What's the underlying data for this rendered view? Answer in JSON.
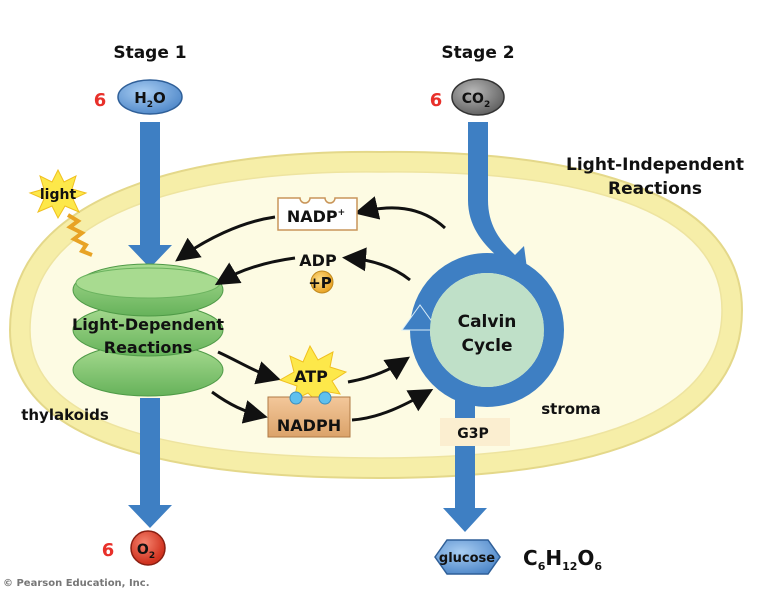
{
  "stage1": {
    "label": "Stage 1",
    "coef": "6",
    "molecule": "H",
    "sub": "2",
    "molecule2": "O"
  },
  "stage2": {
    "label": "Stage 2",
    "coef": "6",
    "molecule": "CO",
    "sub": "2"
  },
  "output_o2": {
    "coef": "6",
    "molecule": "O",
    "sub": "2"
  },
  "light_label": "light",
  "light_dependent": {
    "line1": "Light-Dependent",
    "line2": "Reactions"
  },
  "light_independent": {
    "line1": "Light-Independent",
    "line2": "Reactions"
  },
  "calvin": {
    "line1": "Calvin",
    "line2": "Cycle"
  },
  "thylakoids_label": "thylakoids",
  "stroma_label": "stroma",
  "nadp": {
    "label": "NADP",
    "sup": "+"
  },
  "adp": {
    "label": "ADP",
    "p": "+P"
  },
  "atp_label": "ATP",
  "nadph_label": "NADPH",
  "g3p_label": "G3P",
  "glucose_label": "glucose",
  "glucose_formula": {
    "c": "C",
    "c_sub": "6",
    "h": "H",
    "h_sub": "12",
    "o": "O",
    "o_sub": "6"
  },
  "footer": "© Pearson Education, Inc.",
  "colors": {
    "arrow_blue": "#3e7fc3",
    "coef_red": "#e8302a",
    "membrane": "#f6eea8",
    "stroma": "#fdfbe3",
    "thylakoid": "#8fcf7a",
    "calvin_inner": "#bfe0c8"
  }
}
